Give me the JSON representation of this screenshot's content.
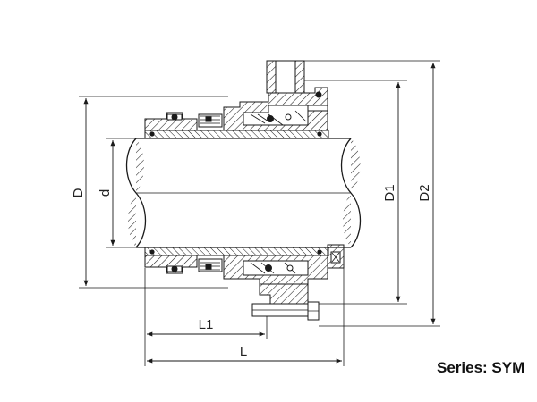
{
  "drawing": {
    "labels": {
      "D": "D",
      "d": "d",
      "D1": "D1",
      "D2": "D2",
      "L1": "L1",
      "L": "L"
    }
  },
  "caption": {
    "series": "Series: SYM"
  },
  "colors": {
    "line": "#1a1a1a",
    "hatch": "#1a1a1a",
    "background": "#ffffff"
  }
}
